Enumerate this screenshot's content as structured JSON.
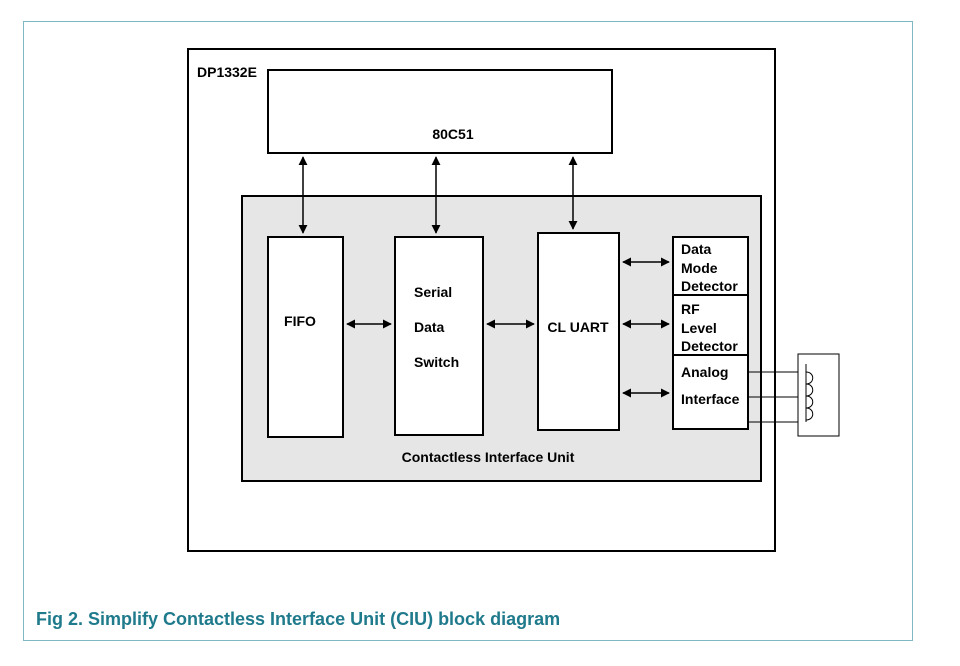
{
  "diagram": {
    "chip_label": "DP1332E",
    "cpu_label": "80C51",
    "fifo_label": "FIFO",
    "serial_switch_lines": [
      "Serial",
      "Data",
      "Switch"
    ],
    "cl_uart_label": "CL UART",
    "data_mode_lines": [
      "Data",
      "Mode",
      "Detector"
    ],
    "rf_level_lines": [
      "RF",
      "Level",
      "Detector"
    ],
    "analog_lines": [
      "Analog",
      "Interface"
    ],
    "ciu_label": "Contactless Interface Unit"
  },
  "caption": "Fig 2. Simplify Contactless Interface Unit (CIU) block diagram",
  "colors": {
    "caption": "#1f7a8c",
    "frame": "#7fb7c2",
    "ciu_fill": "#e6e6e6"
  }
}
